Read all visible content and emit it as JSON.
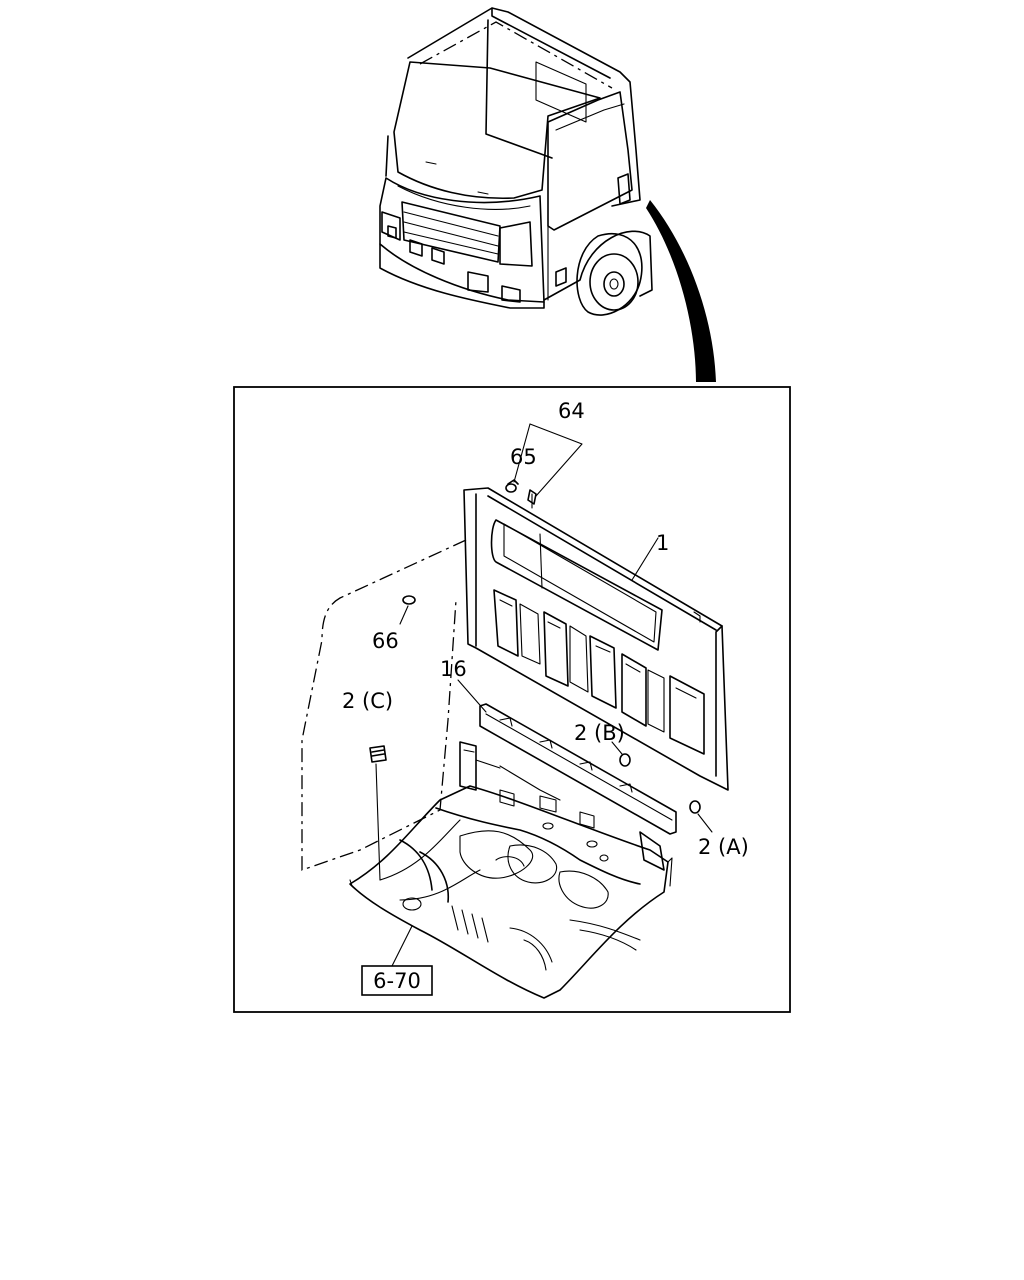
{
  "figure": {
    "callouts": {
      "c64": "64",
      "c65": "65",
      "c1": "1",
      "c66": "66",
      "c16": "16",
      "c2c": "2 (C)",
      "c2b": "2 (B)",
      "c2a": "2 (A)"
    },
    "reference_box": {
      "label": "6-70"
    }
  }
}
